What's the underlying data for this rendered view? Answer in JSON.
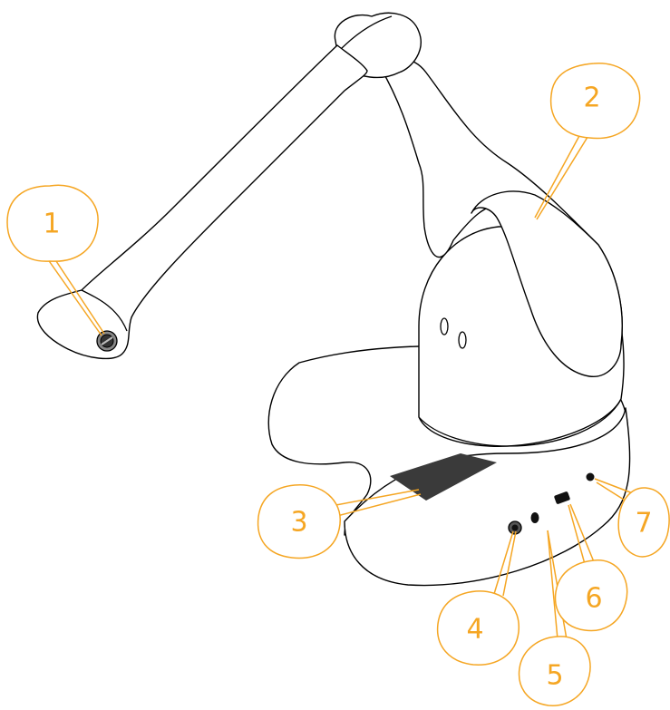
{
  "colors": {
    "callout": "#f5a623",
    "outline": "#000000",
    "body_fill": "#ffffff",
    "panel": "#3a3a3a",
    "port": "#111111"
  },
  "callouts": [
    {
      "id": "1",
      "label": "1"
    },
    {
      "id": "2",
      "label": "2"
    },
    {
      "id": "3",
      "label": "3"
    },
    {
      "id": "4",
      "label": "4"
    },
    {
      "id": "5",
      "label": "5"
    },
    {
      "id": "6",
      "label": "6"
    },
    {
      "id": "7",
      "label": "7"
    }
  ]
}
